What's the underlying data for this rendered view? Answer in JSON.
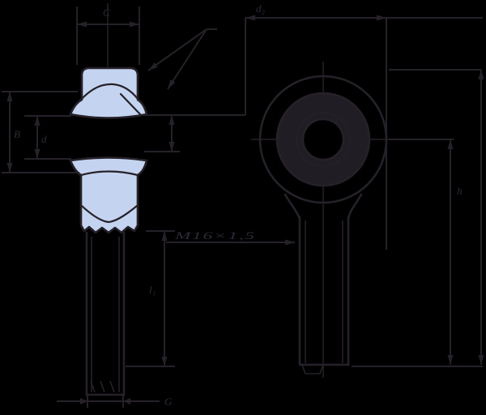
{
  "drawing": {
    "subject": "rod end spherical plain bearing - section view and side view",
    "colors": {
      "background": "#000000",
      "line": "#262129",
      "sliding_surface_highlight": "#c4d4f0",
      "ball_ring_fill": "#211d24"
    },
    "section_view": {
      "labels": {
        "housing_width": "C",
        "ball_width": "B",
        "bore_diameter": "d",
        "thread_diameter": "G",
        "shank_length": "l₁"
      }
    },
    "side_view": {
      "labels": {
        "head_diameter": "d₂",
        "center_to_end": "h",
        "thread_designation": "M16×1,5"
      }
    }
  }
}
